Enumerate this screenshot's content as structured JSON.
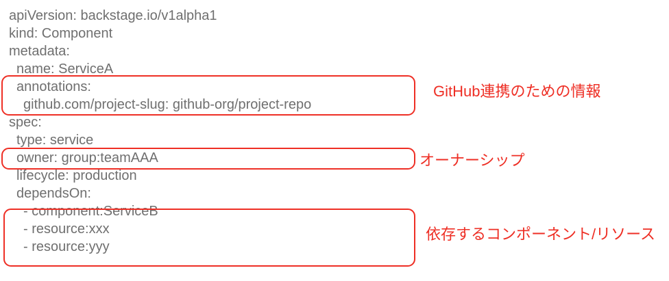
{
  "document": {
    "language": "yaml",
    "lines": [
      {
        "text": "apiVersion: backstage.io/v1alpha1",
        "indent": 0
      },
      {
        "text": "kind: Component",
        "indent": 0
      },
      {
        "text": "metadata:",
        "indent": 0
      },
      {
        "text": "name: ServiceA",
        "indent": 1
      },
      {
        "text": "annotations:",
        "indent": 1
      },
      {
        "text": "github.com/project-slug: github-org/project-repo",
        "indent": 2
      },
      {
        "text": "spec:",
        "indent": 0
      },
      {
        "text": "type: service",
        "indent": 1
      },
      {
        "text": "owner: group:teamAAA",
        "indent": 1
      },
      {
        "text": "lifecycle: production",
        "indent": 1
      },
      {
        "text": "dependsOn:",
        "indent": 1
      },
      {
        "text": "- component:ServiceB",
        "indent": 2
      },
      {
        "text": "- resource:xxx",
        "indent": 2
      },
      {
        "text": "- resource:yyy",
        "indent": 2
      }
    ]
  },
  "callouts": [
    {
      "label": "GitHub連携のための情報"
    },
    {
      "label": "オーナーシップ"
    },
    {
      "label": "依存するコンポーネント/リソース"
    }
  ],
  "colors": {
    "accent_red": "#ee2e24",
    "code_text": "#6f6f6f",
    "background": "#ffffff"
  }
}
